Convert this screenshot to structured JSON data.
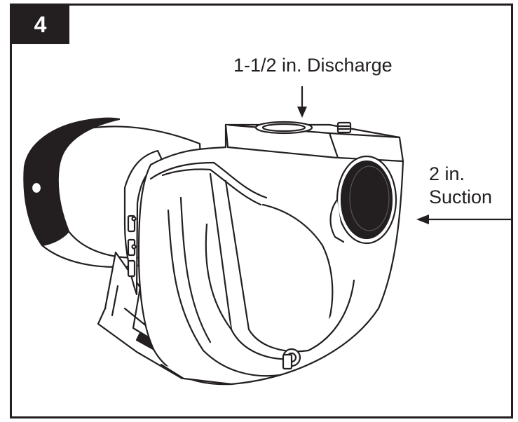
{
  "figure": {
    "step_number": "4",
    "discharge_label": "1-1/2 in.  Discharge",
    "suction_label_line1": "2 in.",
    "suction_label_line2": "Suction"
  },
  "colors": {
    "ink": "#231f20",
    "background": "#ffffff"
  },
  "icons": [
    "discharge-arrow-icon",
    "suction-arrow-icon"
  ]
}
